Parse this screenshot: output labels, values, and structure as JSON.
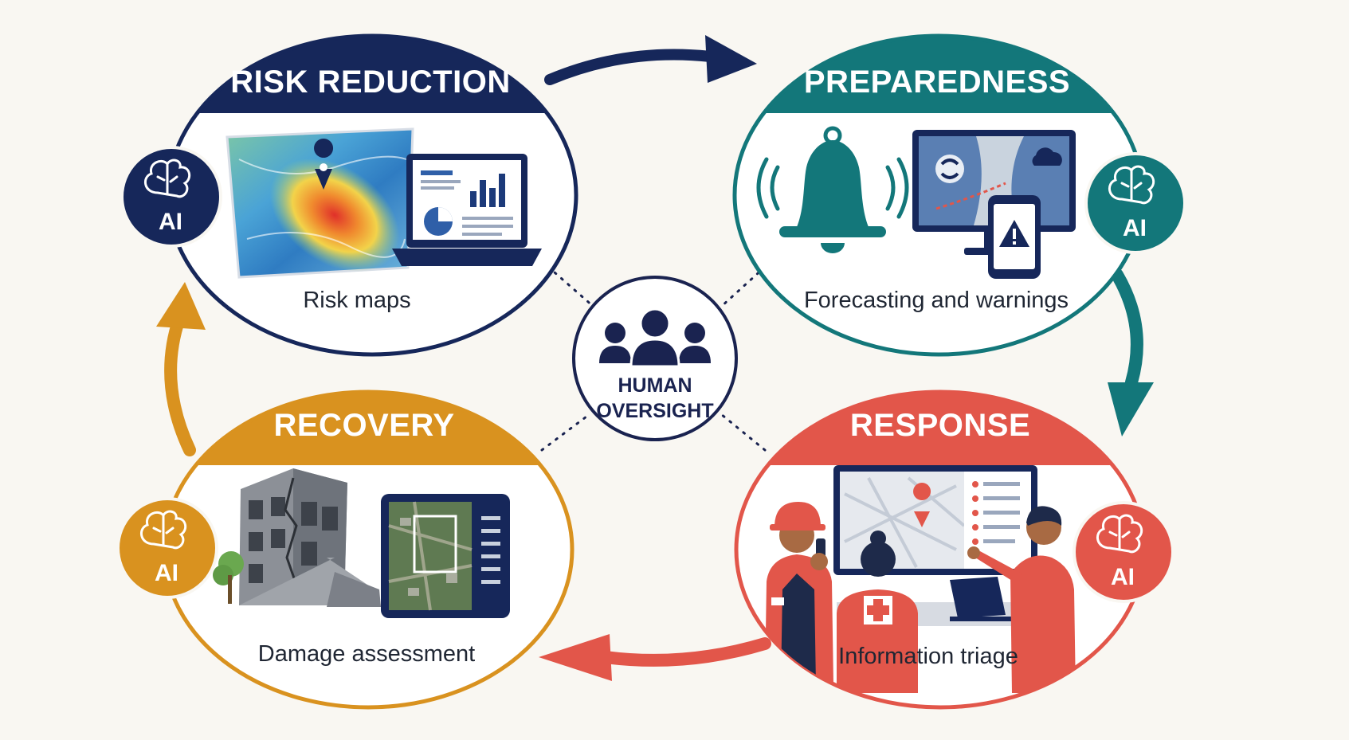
{
  "colors": {
    "navy": "#16275a",
    "teal": "#13777a",
    "red": "#e2564a",
    "amber": "#d9921f",
    "background": "#f9f7f2"
  },
  "stages": {
    "risk_reduction": {
      "title": "RISK REDUCTION",
      "caption": "Risk maps",
      "ai_label": "AI",
      "icon": "heat-map-and-laptop-icon"
    },
    "preparedness": {
      "title": "PREPAREDNESS",
      "caption": "Forecasting and warnings",
      "ai_label": "AI",
      "icon": "alarm-bell-and-weather-monitor-icon"
    },
    "response": {
      "title": "RESPONSE",
      "caption": "Information triage",
      "ai_label": "AI",
      "icon": "responders-at-map-screen-icon"
    },
    "recovery": {
      "title": "RECOVERY",
      "caption": "Damage assessment",
      "ai_label": "AI",
      "icon": "damaged-building-and-satellite-tablet-icon"
    }
  },
  "center": {
    "line1": "HUMAN",
    "line2": "OVERSIGHT",
    "icon": "people-group-icon"
  },
  "cycle_order": [
    "RISK REDUCTION",
    "PREPAREDNESS",
    "RESPONSE",
    "RECOVERY"
  ]
}
